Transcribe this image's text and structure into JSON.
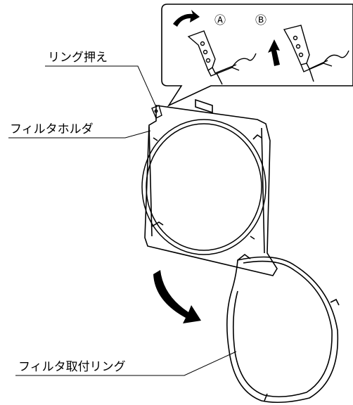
{
  "labels": {
    "ring_retainer": "リング押え",
    "filter_holder": "フィルタホルダ",
    "filter_ring": "フィルタ取付リング"
  },
  "callouts": {
    "a": "Ⓐ",
    "b": "Ⓑ"
  }
}
